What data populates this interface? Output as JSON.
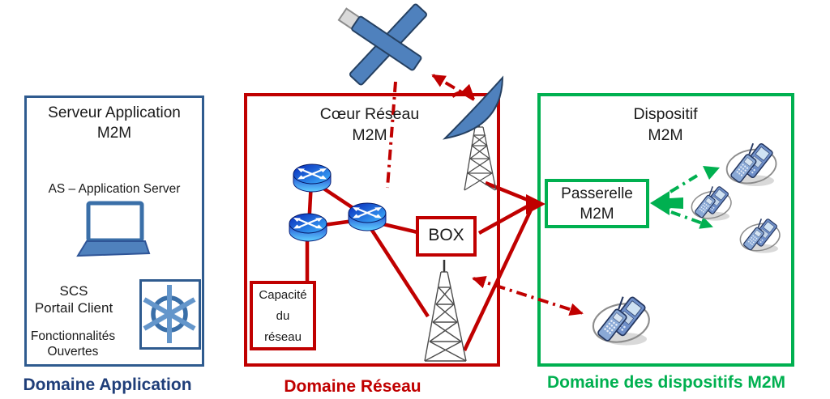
{
  "application_domain": {
    "box_title_line1": "Serveur Application",
    "box_title_line2": "M2M",
    "as_label": "AS – Application Server",
    "scs_line1": "SCS",
    "scs_line2": "Portail Client",
    "features_line1": "Fonctionnalités",
    "features_line2": "Ouvertes",
    "caption": "Domaine Application"
  },
  "network_domain": {
    "box_title_line1": "Cœur Réseau",
    "box_title_line2": "M2M",
    "capacity_line1": "Capacité",
    "capacity_line2": "du",
    "capacity_line3": "réseau",
    "box_label": "BOX",
    "caption": "Domaine Réseau"
  },
  "device_domain": {
    "box_title_line1": "Dispositif",
    "box_title_line2": "M2M",
    "gateway_line1": "Passerelle",
    "gateway_line2": "M2M",
    "caption": "Domaine des dispositifs M2M"
  },
  "icons": {
    "satellite": "satellite-icon",
    "satellite_dish": "satellite-dish-icon",
    "cell_towers": [
      "cell-tower-top-icon",
      "cell-tower-bottom-icon"
    ],
    "routers": [
      "router-icon-1",
      "router-icon-2",
      "router-icon-3"
    ],
    "laptop": "laptop-icon",
    "helm": "ship-wheel-icon",
    "phones": [
      "m2m-phone-icon-1",
      "m2m-phone-icon-2",
      "m2m-phone-icon-3",
      "m2m-phone-icon-4"
    ]
  },
  "colors": {
    "application_border": "#2F5B8F",
    "application_caption": "#1F3E79",
    "network_red": "#C00000",
    "device_green": "#00B050",
    "icon_blue": "#4F81BD"
  }
}
